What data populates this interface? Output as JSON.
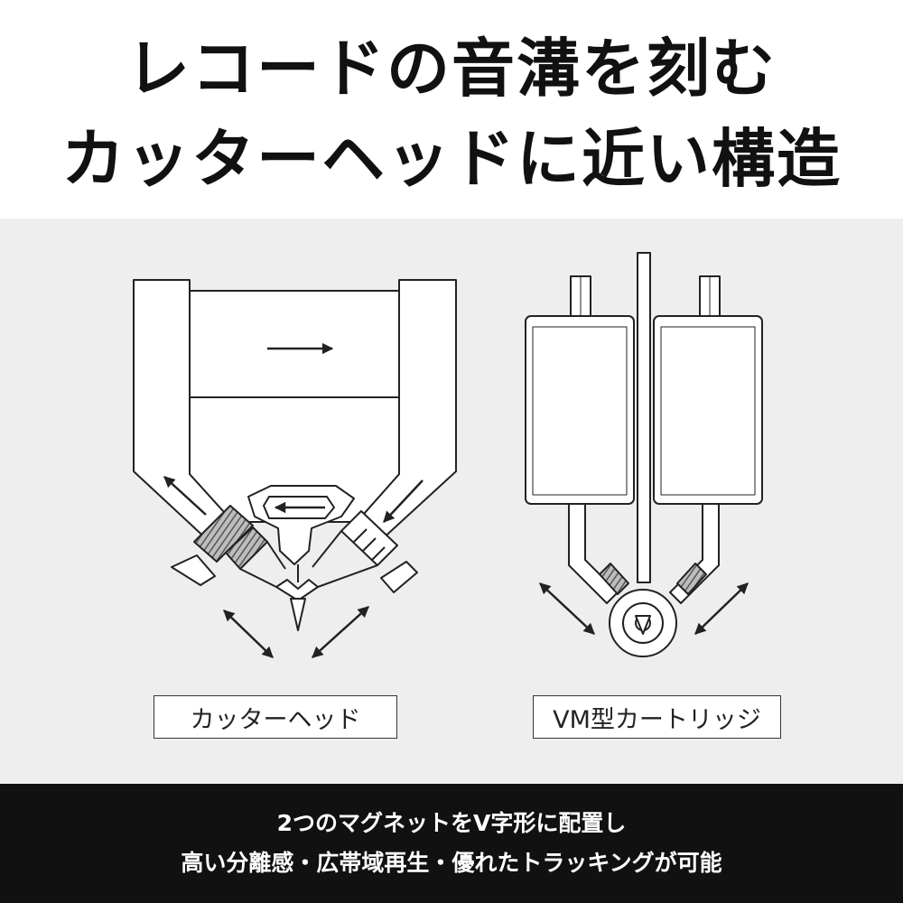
{
  "headline": {
    "line1": "レコードの音溝を刻む",
    "line2": "カッターヘッドに近い構造"
  },
  "diagram": {
    "left_label": "カッターヘッド",
    "right_label": "VM型カートリッジ"
  },
  "footer": {
    "line1": "2つのマグネットをV字形に配置し",
    "line2": "高い分離感・広帯域再生・優れたトラッキングが可能"
  },
  "colors": {
    "panel_background": "#eeeeee",
    "footer_background": "#111111",
    "line": "#222222",
    "hatch": "#666666"
  }
}
